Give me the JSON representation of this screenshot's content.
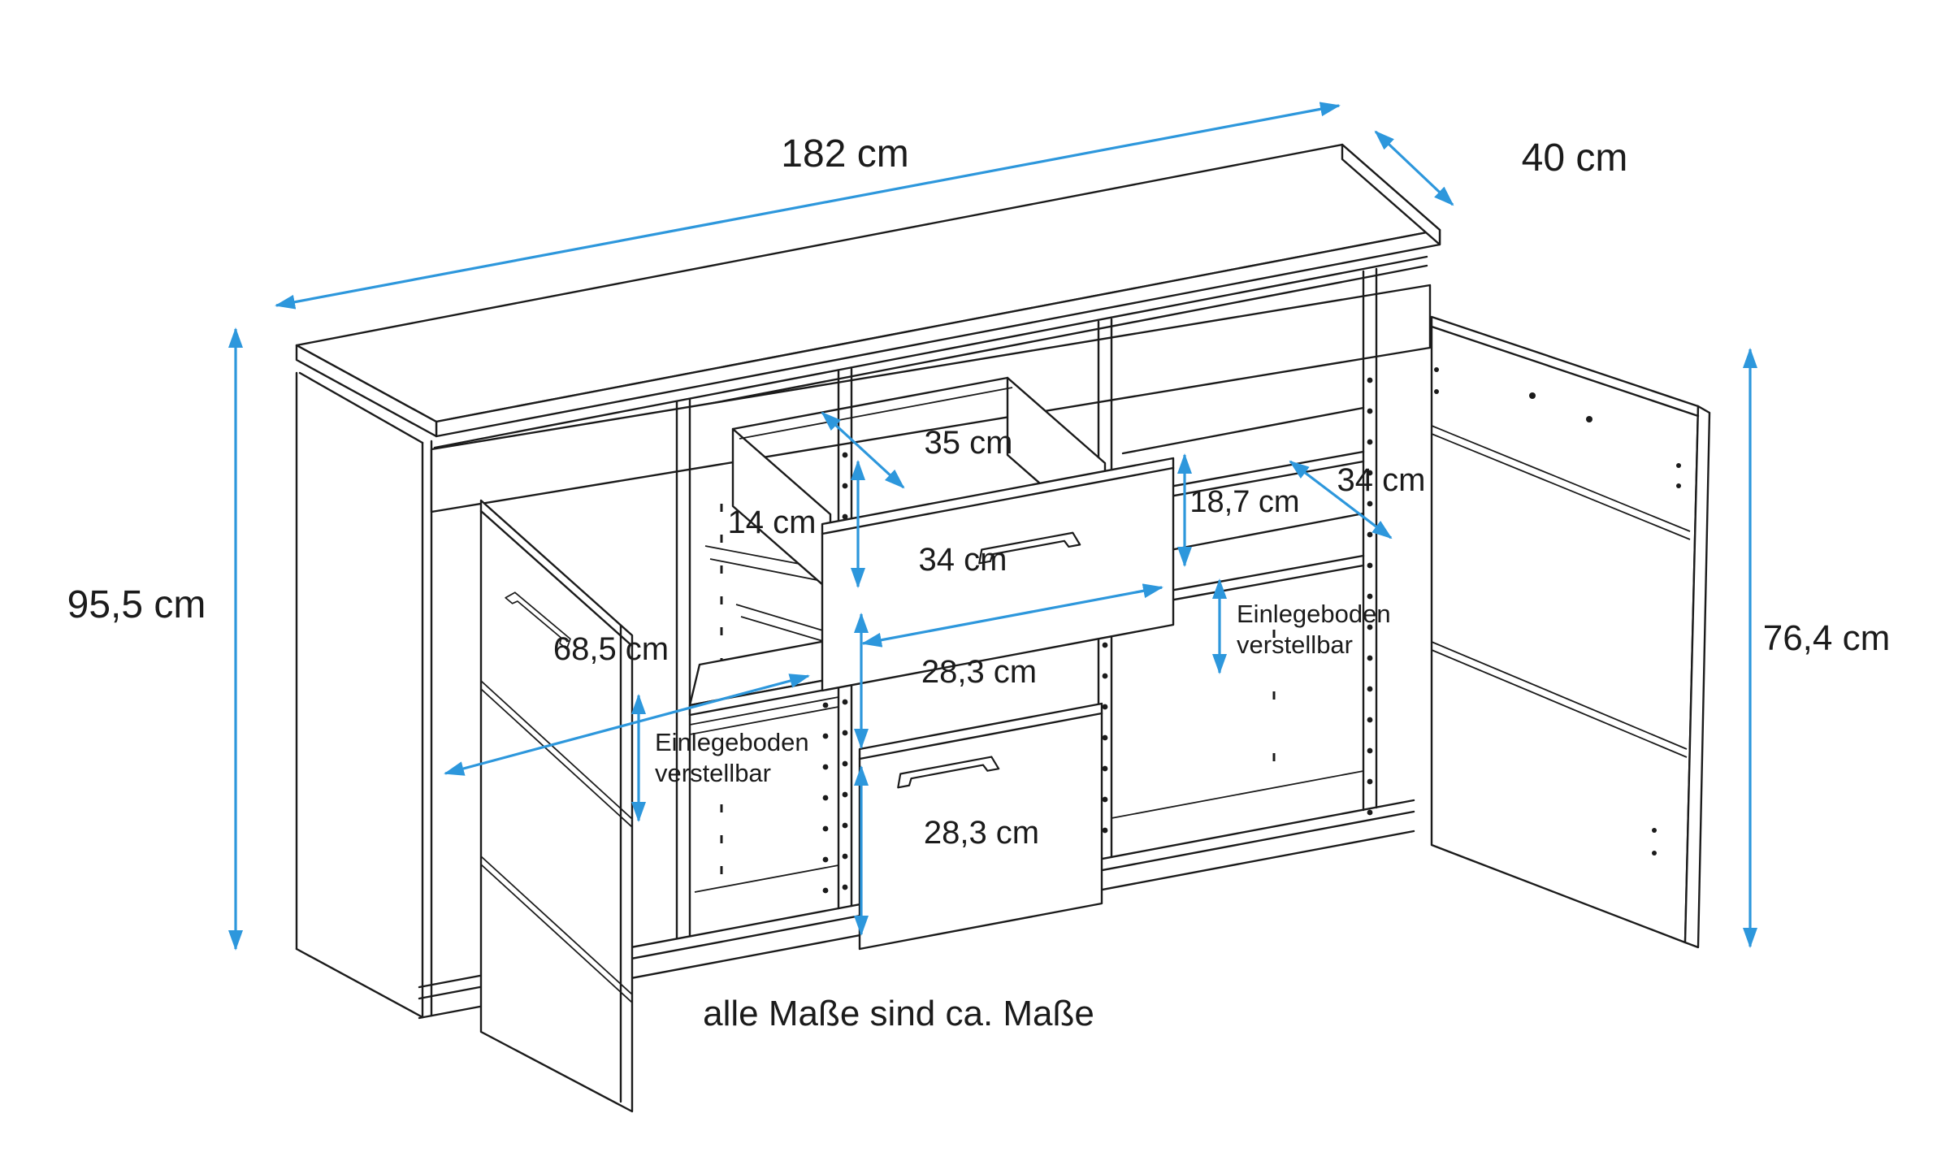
{
  "diagram": {
    "type": "furniture-dimension-drawing",
    "unit": "cm",
    "colors": {
      "line": "#1b1b1b",
      "dimension_blue": "#2d97dc",
      "background": "#ffffff"
    },
    "footer_note": "alle Maße sind ca. Maße",
    "dimensions": {
      "total_width": "182 cm",
      "total_depth": "40 cm",
      "total_height": "95,5 cm",
      "drawer_clear_depth": "35 cm",
      "drawer_front_height": "14 cm",
      "drawer_front_width": "34 cm",
      "drawer_compartment_height": "18,7 cm",
      "right_shelf_depth": "34 cm",
      "left_shelf_width": "68,5 cm",
      "middle_compartment_height": "28,3 cm",
      "lower_compartment_height": "28,3 cm",
      "door_height": "76,4 cm"
    },
    "annotations": {
      "adjustable_shelf_line1": "Einlegeboden",
      "adjustable_shelf_line2": "verstellbar"
    }
  }
}
